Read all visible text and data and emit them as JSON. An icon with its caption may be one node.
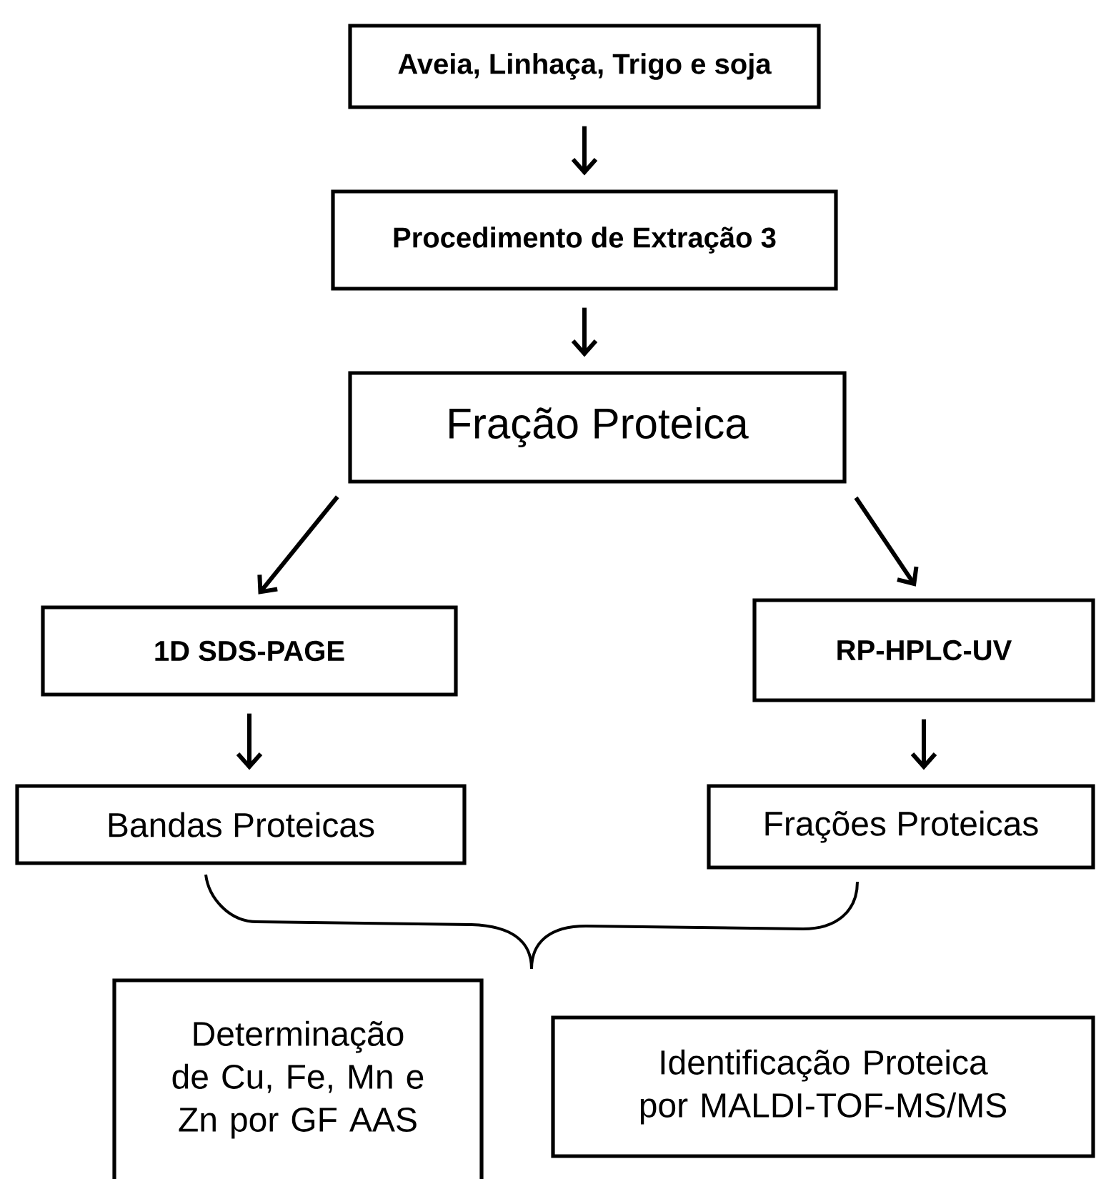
{
  "diagram": {
    "nodes": [
      {
        "text": [
          "Aveia, Linhaça, Trigo e soja"
        ]
      },
      {
        "text": [
          "Procedimento de Extração 3"
        ]
      },
      {
        "text": [
          "Fração Proteica"
        ]
      },
      {
        "text": [
          "1D SDS-PAGE"
        ]
      },
      {
        "text": [
          "RP-HPLC-UV"
        ]
      },
      {
        "text": [
          "Bandas Proteicas"
        ]
      },
      {
        "text": [
          "Frações Proteicas"
        ]
      },
      {
        "text": [
          "Determinação de Cu, Fe, Mn e Zn por GF AAS"
        ]
      },
      {
        "text": [
          "Identificação Proteica por MALDI-TOF-MS/MS"
        ]
      }
    ],
    "edges": [
      {
        "from": 0,
        "to": 1,
        "arrow": "to"
      },
      {
        "from": 1,
        "to": 2,
        "arrow": "to"
      },
      {
        "from": 2,
        "to": 3,
        "arrow": "to"
      },
      {
        "from": 2,
        "to": 4,
        "arrow": "to"
      },
      {
        "from": 3,
        "to": 5,
        "arrow": "to"
      },
      {
        "from": 4,
        "to": 6,
        "arrow": "to"
      }
    ]
  }
}
